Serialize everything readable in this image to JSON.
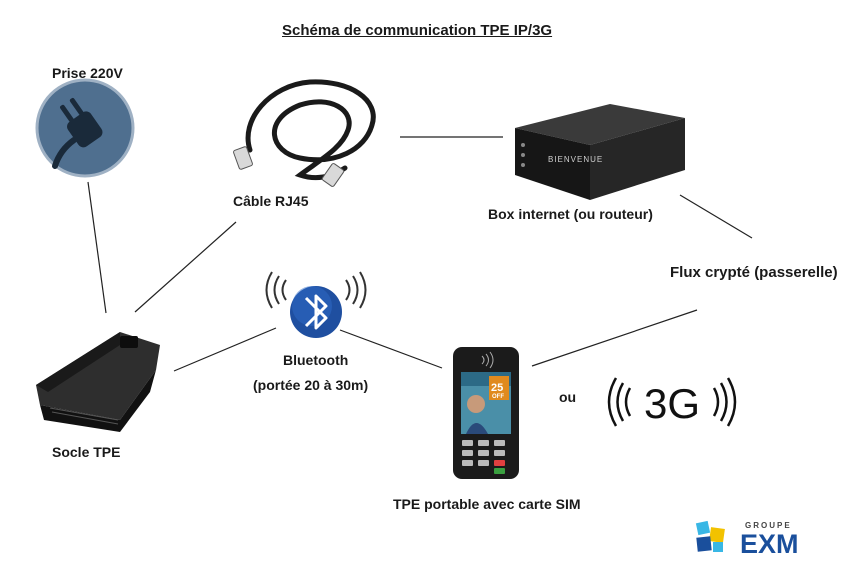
{
  "title": "Schéma de communication TPE IP/3G",
  "nodes": {
    "prise": "Prise 220V",
    "cable": "Câble RJ45",
    "box": "Box internet (ou routeur)",
    "flux": "Flux crypté (passerelle)",
    "bluetooth": "Bluetooth",
    "bluetooth_range": "(portée 20 à 30m)",
    "socle": "Socle TPE",
    "tpe": "TPE portable avec carte SIM",
    "or": "ou",
    "threeg": "3G"
  },
  "box_device_text": "BIENVENUE",
  "tpe_screen_text": "25",
  "tpe_screen_subtext": "OFF",
  "logo": {
    "small": "GROUPE",
    "big": "EXM"
  },
  "colors": {
    "plug_bg": "#4f6f8f",
    "bluetooth": "#1f4fa0",
    "logo_blue": "#1a4f9c",
    "logo_yellow": "#f2c200",
    "logo_cyan": "#39b7e5"
  }
}
